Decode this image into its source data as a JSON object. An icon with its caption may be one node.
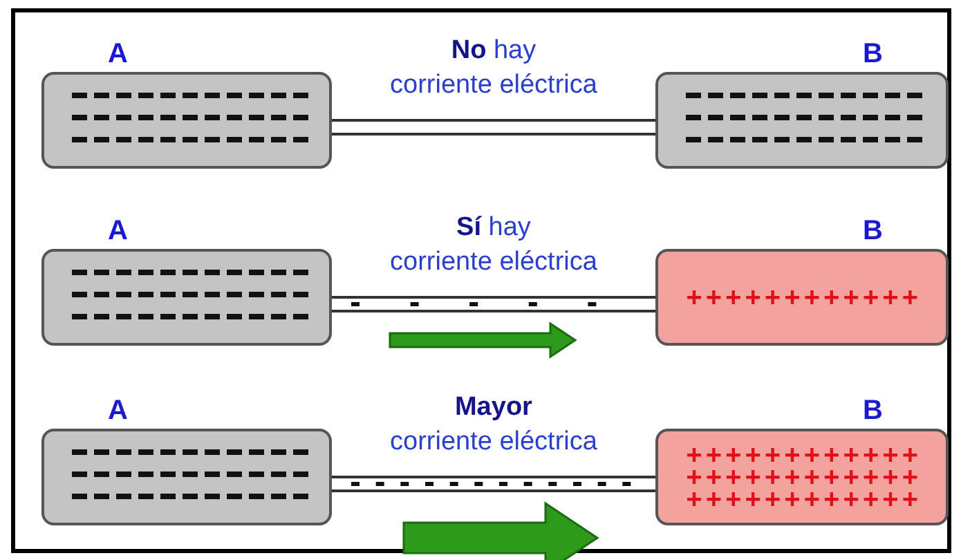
{
  "diagram": {
    "nodes": [
      {
        "text": [
          "A"
        ]
      },
      {
        "text": [
          "B"
        ]
      },
      {
        "text": [
          "A"
        ]
      },
      {
        "text": [
          "B"
        ]
      },
      {
        "text": [
          "A"
        ]
      },
      {
        "text": [
          "B"
        ]
      }
    ],
    "edges": [
      {
        "from": 0,
        "to": 1,
        "arrow": "none",
        "label": "**No** hay corriente eléctrica"
      },
      {
        "from": 2,
        "to": 3,
        "arrow": "none",
        "label": "**Sí** hay corriente eléctrica"
      },
      {
        "from": 4,
        "to": 5,
        "arrow": "none",
        "label": "**Mayor** corriente eléctrica"
      }
    ]
  }
}
